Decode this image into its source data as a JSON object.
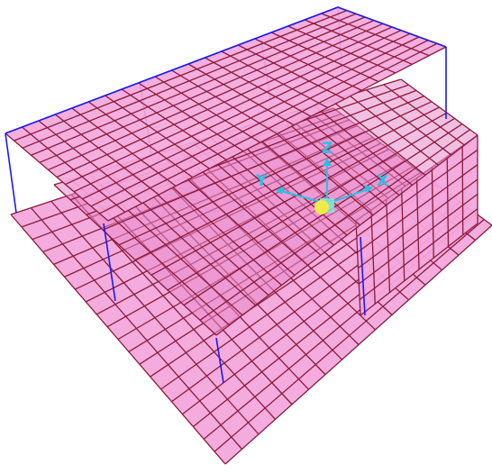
{
  "model_view": {
    "background": "#ffffff",
    "colors": {
      "shell_fill": "#f3a8dc",
      "shell_fill_transparent": "#e88acb",
      "mesh_line": "#8b1a3a",
      "frame_line": "#1a1aee",
      "axis_color": "#22c3e6",
      "origin_sphere": "#f0ea4a",
      "origin_box": "#7ee8d8"
    },
    "axes": {
      "x_label": "X",
      "y_label": "Y",
      "z_label": "Z"
    },
    "objects": {
      "ground_slab": {
        "divisions_u": 16,
        "divisions_v": 20
      },
      "roof_slab": {
        "divisions_u": 12,
        "divisions_v": 20
      },
      "middle_slab": {
        "divisions_u": 10,
        "divisions_v": 20
      },
      "side_wall": {
        "divisions_u": 6,
        "divisions_v": 8
      }
    }
  }
}
